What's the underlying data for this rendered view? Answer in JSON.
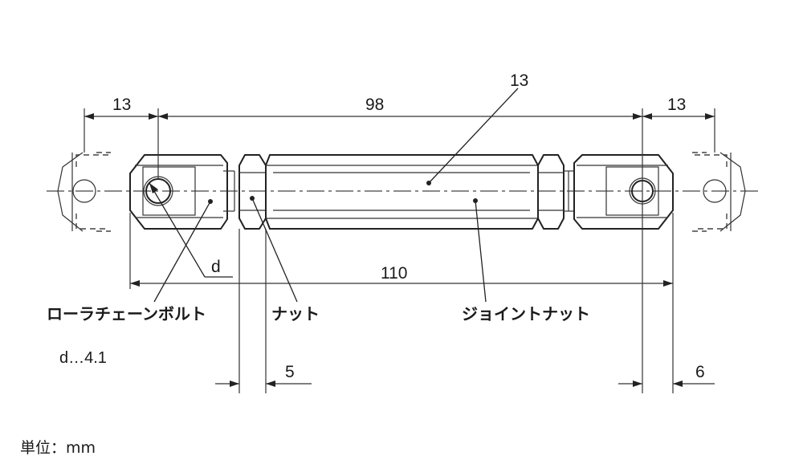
{
  "dimensions": {
    "left_link_pitch": "13",
    "overall_pitch": "98",
    "right_link_pitch": "13",
    "body_hex": "13",
    "bolt_hole": "d",
    "total_length": "110",
    "nut_width": "5",
    "eye_offset": "6"
  },
  "labels": {
    "roller_chain_bolt": "ローラチェーンボルト",
    "nut": "ナット",
    "joint_nut": "ジョイントナット"
  },
  "note": "d…4.1",
  "unit": "単位：mm"
}
